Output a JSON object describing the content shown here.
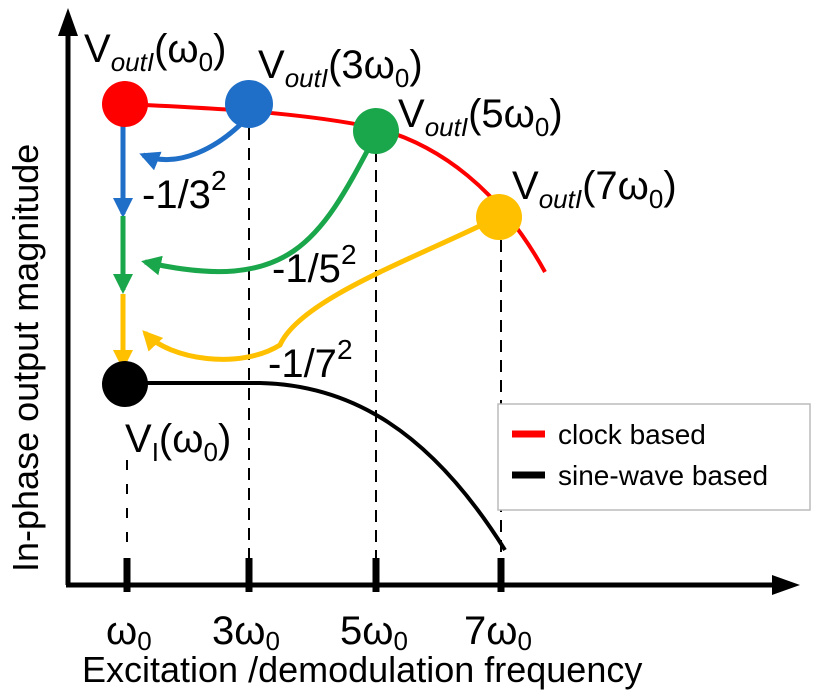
{
  "axes": {
    "y_title": "In-phase output magnitude",
    "x_title": "Excitation /demodulation frequency"
  },
  "ticks": [
    {
      "coef": "",
      "sub": "0"
    },
    {
      "coef": "3",
      "sub": "0"
    },
    {
      "coef": "5",
      "sub": "0"
    },
    {
      "coef": "7",
      "sub": "0"
    }
  ],
  "points": [
    {
      "var": "V",
      "sub": "outI",
      "coef": "",
      "osub": "0",
      "color": "#ff0000"
    },
    {
      "var": "V",
      "sub": "outI",
      "coef": "3",
      "osub": "0",
      "color": "#1f6fc8"
    },
    {
      "var": "V",
      "sub": "outI",
      "coef": "5",
      "osub": "0",
      "color": "#1aa64a"
    },
    {
      "var": "V",
      "sub": "outI",
      "coef": "7",
      "osub": "0",
      "color": "#ffc000"
    },
    {
      "var": "V",
      "sub": "I",
      "coef": "",
      "osub": "0",
      "color": "#000000"
    }
  ],
  "scale_factors": [
    {
      "base": "-1/3",
      "exp": "2",
      "color": "#1f6fc8"
    },
    {
      "base": "-1/5",
      "exp": "2",
      "color": "#1aa64a"
    },
    {
      "base": "-1/7",
      "exp": "2",
      "color": "#ffc000"
    }
  ],
  "omega": "ω",
  "legend": [
    {
      "label": "clock based",
      "color": "#ff0000"
    },
    {
      "label": "sine-wave based",
      "color": "#000000"
    }
  ]
}
